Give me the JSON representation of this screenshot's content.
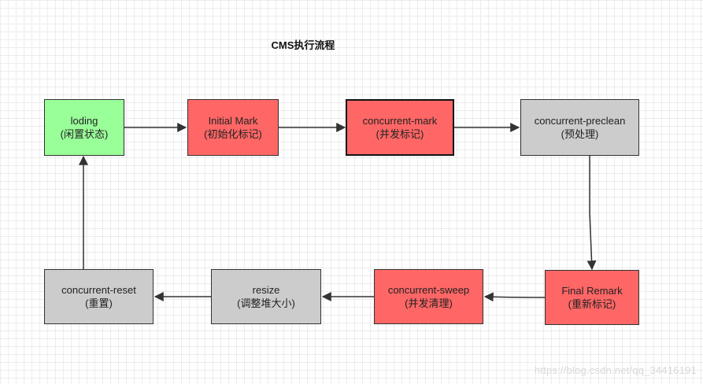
{
  "title": "CMS执行流程",
  "nodes": {
    "loding": {
      "line1": "loding",
      "line2": "(闲置状态)"
    },
    "initial_mark": {
      "line1": "Initial Mark",
      "line2": "(初始化标记)"
    },
    "concurrent_mark": {
      "line1": "concurrent-mark",
      "line2": "(并发标记)"
    },
    "concurrent_preclean": {
      "line1": "concurrent-preclean",
      "line2": "(预处理)"
    },
    "final_remark": {
      "line1": "Final Remark",
      "line2": "(重新标记)"
    },
    "concurrent_sweep": {
      "line1": "concurrent-sweep",
      "line2": "(并发清理)"
    },
    "resize": {
      "line1": "resize",
      "line2": "(调整堆大小)"
    },
    "concurrent_reset": {
      "line1": "concurrent-reset",
      "line2": "(重置)"
    }
  },
  "watermark": "https://blog.csdn.net/qq_34416191",
  "colors": {
    "idle": "#99ff99",
    "stop_the_world": "#ff6666",
    "concurrent_other": "#cccccc",
    "edge": "#333333"
  }
}
